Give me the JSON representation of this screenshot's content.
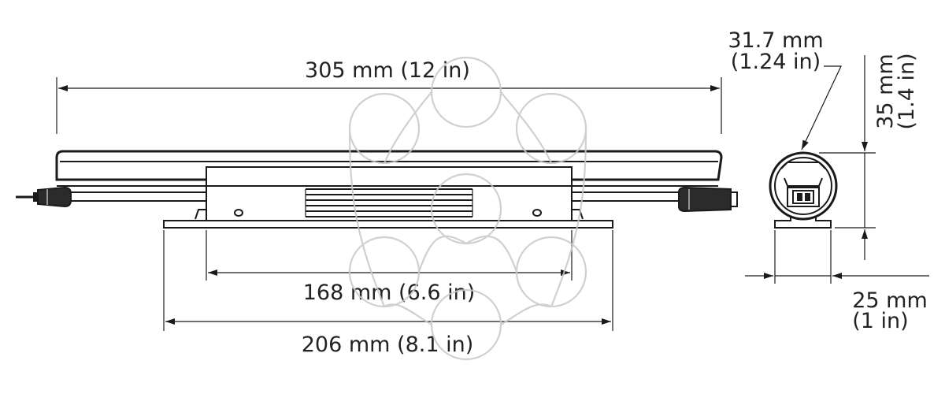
{
  "dimensions": {
    "overall_length": "305 mm (12 in)",
    "mount_spacing": "168 mm (6.6 in)",
    "base_length": "206 mm (8.1 in)",
    "diameter_mm": "31.7 mm",
    "diameter_in": "(1.24 in)",
    "height_mm": "35 mm",
    "height_in": "(1.4 in)",
    "base_width_mm": "25 mm",
    "base_width_in": "(1 in)"
  },
  "colors": {
    "line": "#1a1a1a",
    "body_fill": "#2b2b2b",
    "watermark": "#c8c8c8"
  }
}
